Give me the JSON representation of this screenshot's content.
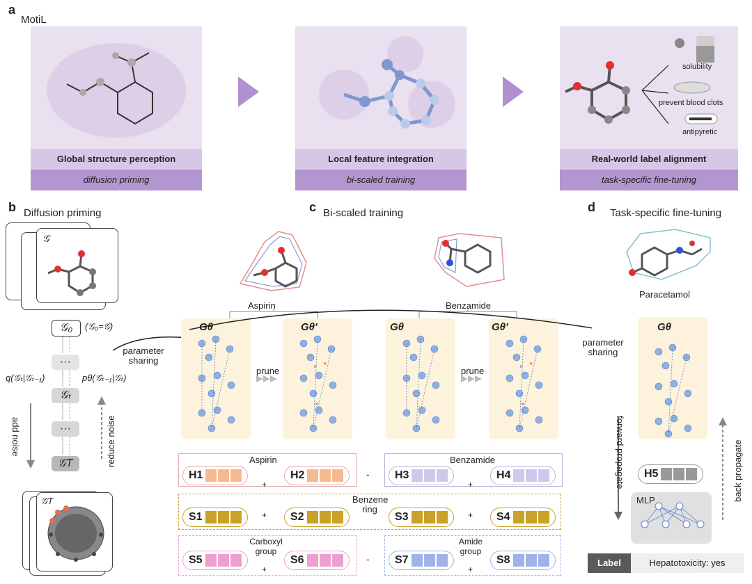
{
  "panel_a": {
    "label": "a",
    "title": "MotiL",
    "stages": [
      {
        "heading": "Global structure perception",
        "subheading": "diffusion priming"
      },
      {
        "heading": "Local feature integration",
        "subheading": "bi-scaled training"
      },
      {
        "heading": "Real-world label alignment",
        "subheading": "task-specific fine-tuning"
      }
    ],
    "properties": [
      "solubility",
      "prevent blood clots",
      "antipyretic"
    ]
  },
  "panel_b": {
    "label": "b",
    "title": "Diffusion priming",
    "graph_symbol": "𝒢",
    "g0": "𝒢₀",
    "g0_eq": "(𝒢₀=𝒢)",
    "ellipsis": "···",
    "gt": "𝒢ₜ",
    "gT": "𝒢ₜ",
    "gT_label": "𝒢T",
    "q_label": "q(𝒢ₜ|𝒢ₜ₋₁)",
    "p_label": "pθ(𝒢̂ₜ₋₁|𝒢ₜ)",
    "add_noise": "add noise",
    "reduce_noise": "reduce noise",
    "param_sharing": "parameter sharing"
  },
  "panel_c": {
    "label": "c",
    "title": "Bi-scaled training",
    "mol1": "Aspirin",
    "mol2": "Benzamide",
    "g_theta": "Gθ",
    "g_theta_prime": "Gθ'",
    "prune": "prune",
    "h_group1": "Aspirin",
    "h_group2": "Benzamide",
    "h_labels": [
      "H1",
      "H2",
      "H3",
      "H4"
    ],
    "s_labels": [
      "S1",
      "S2",
      "S3",
      "S4",
      "S5",
      "S6",
      "S7",
      "S8"
    ],
    "benzene": "Benzene ring",
    "carboxyl": "Carboxyl group",
    "amide": "Amide group",
    "plus": "+",
    "minus": "-"
  },
  "panel_d": {
    "label": "d",
    "title": "Task-specific fine-tuning",
    "mol": "Paracetamol",
    "g_theta": "Gθ",
    "param_sharing": "parameter sharing",
    "forward": "forward propagate",
    "back": "back propagate",
    "h5": "H5",
    "mlp": "MLP",
    "label_key": "Label",
    "label_value": "Hepatotoxicity: yes"
  },
  "colors": {
    "stage_bg": "#e9e0f0",
    "stage_head": "#d6c7e6",
    "stage_sub": "#b396cf",
    "panel_bg": "#fdf6e6",
    "orange": "#f7b98f",
    "lavender": "#cfc8ea",
    "gold": "#c9a227",
    "pink": "#ee9fd2",
    "blue": "#9fb3e8",
    "node": "#7aa0dc"
  }
}
